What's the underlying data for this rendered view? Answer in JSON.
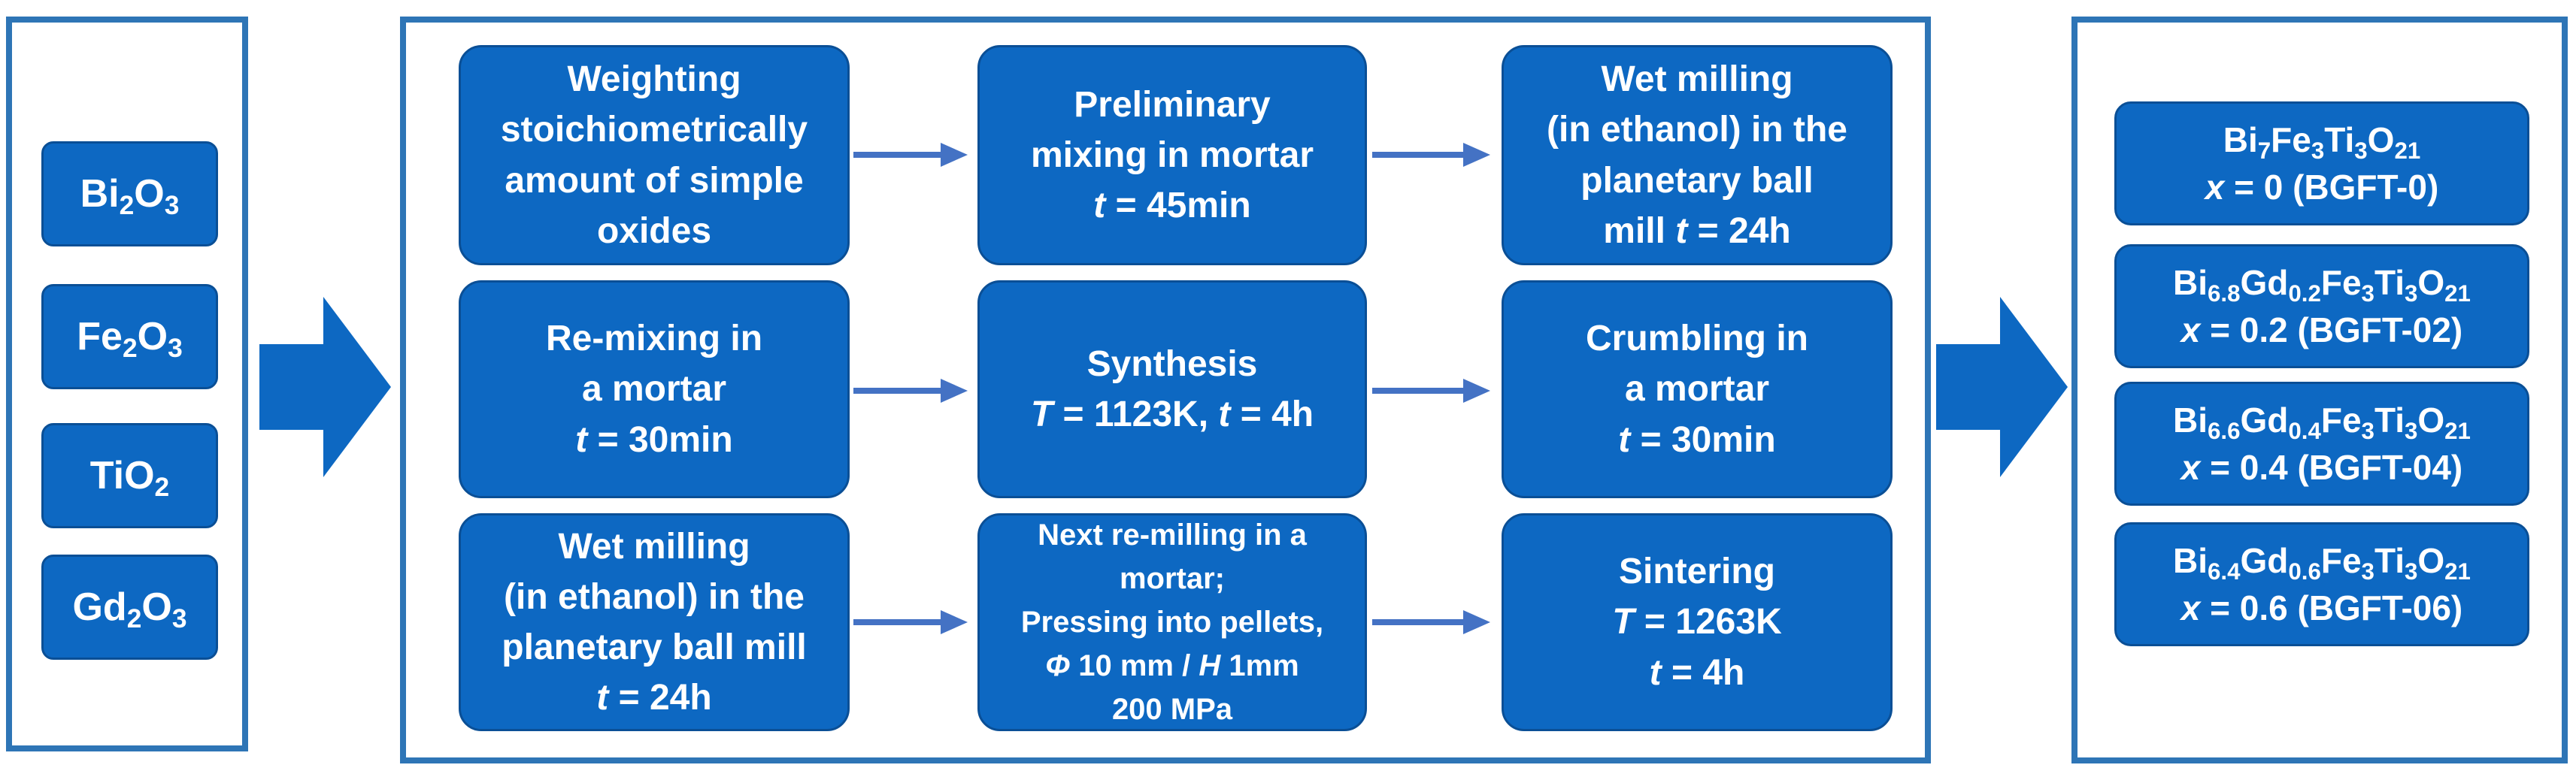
{
  "oxides": [
    {
      "base": "Bi",
      "s1": "2",
      "mid": "O",
      "s2": "3"
    },
    {
      "base": "Fe",
      "s1": "2",
      "mid": "O",
      "s2": "3"
    },
    {
      "base": "TiO",
      "s1": "2",
      "mid": "",
      "s2": ""
    },
    {
      "base": "Gd",
      "s1": "2",
      "mid": "O",
      "s2": "3"
    }
  ],
  "steps": {
    "s1": {
      "l1": "Weighting",
      "l2": "stoichiometrically",
      "l3": "amount of simple",
      "l4": "oxides"
    },
    "s2": {
      "l1": "Preliminary",
      "l2": "mixing  in mortar",
      "l3_var": "t",
      "l3_rest": " = 45min"
    },
    "s3": {
      "l1": "Wet milling",
      "l2": "(in ethanol) in the",
      "l3": "planetary ball",
      "l4_pre": "mill ",
      "l4_var": "t",
      "l4_rest": " = 24h"
    },
    "s4": {
      "l1": "Re-mixing in",
      "l2": "a mortar",
      "l3_var": "t",
      "l3_rest": " = 30min"
    },
    "s5": {
      "l1": "Synthesis",
      "l2_var1": "T",
      "l2_mid": " = 1123K, ",
      "l2_var2": "t",
      "l2_rest": " = 4h"
    },
    "s6": {
      "l1": "Crumbling in",
      "l2": "a mortar",
      "l3_var": "t",
      "l3_rest": " = 30min"
    },
    "s7": {
      "l1": "Wet milling",
      "l2": "(in ethanol) in the",
      "l3": "planetary ball mill",
      "l4_var": "t",
      "l4_rest": " = 24h"
    },
    "s8": {
      "l1": "Next re-milling in a",
      "l2": "mortar;",
      "l3": "Pressing into pellets,",
      "l4_var1": "Φ",
      "l4_mid": " 10 mm / ",
      "l4_var2": "H",
      "l4_rest": " 1mm",
      "l5": "200 MPa"
    },
    "s9": {
      "l1": "Sintering",
      "l2_var": "T",
      "l2_rest": " = 1263K",
      "l3_var": "t",
      "l3_rest": " = 4h"
    }
  },
  "products": [
    {
      "bi": "Bi",
      "bi_sub": "7",
      "gd": "",
      "gd_sub": "",
      "fe": "Fe",
      "fe_sub": "3",
      "ti": "Ti",
      "ti_sub": "3",
      "o": "O",
      "o_sub": "21",
      "x_var": "x",
      "x_rest": " = 0 (BGFT-0)"
    },
    {
      "bi": "Bi",
      "bi_sub": "6.8",
      "gd": "Gd",
      "gd_sub": "0.2",
      "fe": "Fe",
      "fe_sub": "3",
      "ti": "Ti",
      "ti_sub": "3",
      "o": "O",
      "o_sub": "21",
      "x_var": "x",
      "x_rest": " = 0.2 (BGFT-02)"
    },
    {
      "bi": "Bi",
      "bi_sub": "6.6",
      "gd": "Gd",
      "gd_sub": "0.4",
      "fe": "Fe",
      "fe_sub": "3",
      "ti": "Ti",
      "ti_sub": "3",
      "o": "O",
      "o_sub": "21",
      "x_var": "x",
      "x_rest": " = 0.4 (BGFT-04)"
    },
    {
      "bi": "Bi",
      "bi_sub": "6.4",
      "gd": "Gd",
      "gd_sub": "0.6",
      "fe": "Fe",
      "fe_sub": "3",
      "ti": "Ti",
      "ti_sub": "3",
      "o": "O",
      "o_sub": "21",
      "x_var": "x",
      "x_rest": " = 0.6 (BGFT-06)"
    }
  ],
  "colors": {
    "panel_border": "#2e75b6",
    "box_fill": "#0d68c2",
    "box_border": "#0a4f96",
    "arrow": "#4472c4",
    "big_arrow": "#0d68c2"
  }
}
